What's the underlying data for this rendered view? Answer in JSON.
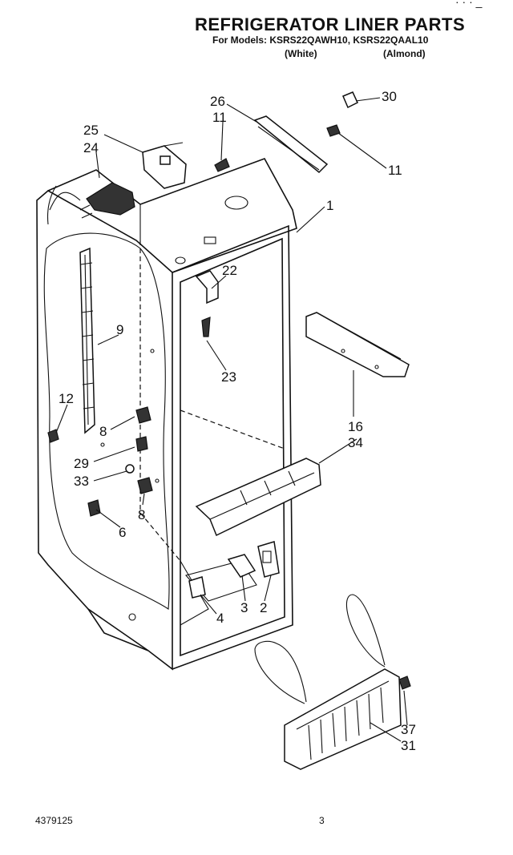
{
  "header": {
    "title": "REFRIGERATOR LINER PARTS",
    "models": "For Models: KSRS22QAWH10, KSRS22QAAL10",
    "variant_white": "(White)",
    "variant_almond": "(Almond)",
    "corner_mark": "· · · _"
  },
  "callouts": [
    "26",
    "11",
    "30",
    "25",
    "24",
    "11",
    "1",
    "22",
    "9",
    "23",
    "12",
    "8",
    "29",
    "33",
    "8",
    "6",
    "16",
    "34",
    "3",
    "2",
    "4",
    "37",
    "31"
  ],
  "footer": {
    "part_number": "4379125",
    "page_number": "3"
  }
}
